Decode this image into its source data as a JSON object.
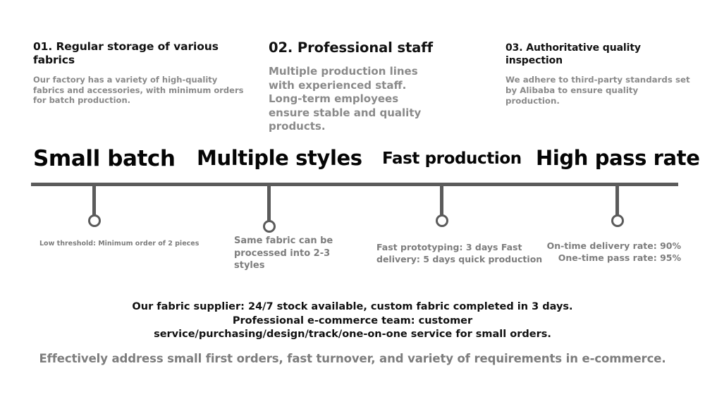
{
  "features": [
    {
      "title": "01. Regular storage of various fabrics",
      "body": "Our factory has a variety of high-quality fabrics and accessories, with minimum orders for batch production."
    },
    {
      "title": "02. Professional staff",
      "body": "Multiple production lines with experienced staff. Long-term employees ensure stable and quality products."
    },
    {
      "title": "03. Authoritative quality inspection",
      "body": "We adhere to third-party standards set by Alibaba to ensure quality production."
    }
  ],
  "timeline": {
    "headlines": [
      "Small batch",
      "Multiple styles",
      "Fast production",
      "High pass rate"
    ],
    "captions": [
      "Low threshold: Minimum order of 2 pieces",
      "Same fabric can be processed into 2-3 styles",
      "Fast prototyping: 3 days Fast delivery: 5 days quick production",
      "On-time delivery rate: 90% One-time pass rate: 95%"
    ],
    "bar_color": "#5b5b5b",
    "marker_color": "#5b5b5b"
  },
  "summary": {
    "lines": [
      "Our fabric supplier: 24/7 stock available, custom fabric completed in 3 days.",
      "Professional e-commerce team: customer",
      "service/purchasing/design/track/one-on-one service for small orders."
    ]
  },
  "strapline": "Effectively address small first orders, fast turnover, and variety of requirements in e-commerce.",
  "colors": {
    "headline": "#050505",
    "body_gray": "#8a8a8a",
    "caption_gray": "#7d7d7d",
    "rule": "#5b5b5b",
    "background": "#ffffff"
  }
}
